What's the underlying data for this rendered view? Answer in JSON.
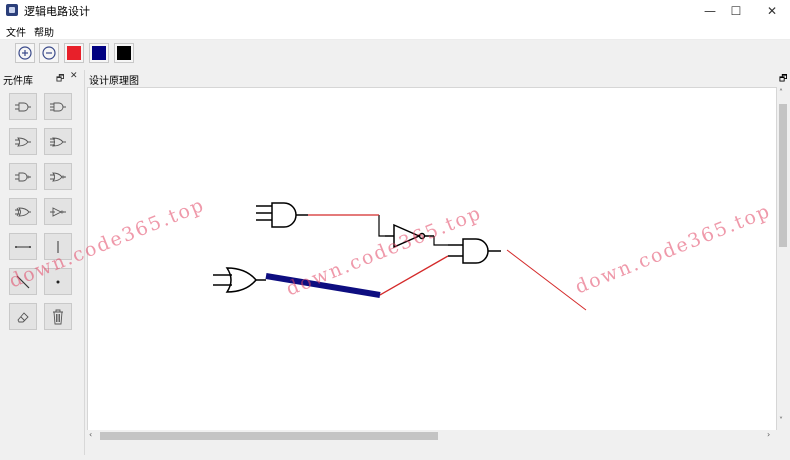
{
  "window": {
    "title": "逻辑电路设计",
    "controls": {
      "minimize": "—",
      "maximize": "☐",
      "close": "✕"
    }
  },
  "menu": {
    "items": [
      "文件",
      "帮助"
    ]
  },
  "toolbar": {
    "zoom_in_icon": "zoom-in-icon",
    "zoom_out_icon": "zoom-out-icon",
    "colors": [
      "#e8202a",
      "#000080",
      "#000000"
    ]
  },
  "component_dock": {
    "title": "元件库",
    "float_glyph": "🗗",
    "close_glyph": "✕",
    "tools": [
      "and-gate",
      "and-gate-3",
      "or-gate",
      "or-gate-3",
      "nand-gate",
      "nor-gate",
      "xor-gate",
      "xnor-gate",
      "not-gate",
      "buffer-gate",
      "wire-horizontal",
      "wire-vertical",
      "wire-diagonal",
      "junction-dot",
      "eraser",
      "trash"
    ]
  },
  "design_panel": {
    "title": "设计原理图",
    "float_glyph": "🗗",
    "wire_colors": {
      "red": "#d42a2a",
      "blue": "#0d0d80",
      "black": "#000000"
    }
  },
  "watermarks": [
    "down.code365.top",
    "down.code365.top",
    "down.code365.top"
  ]
}
